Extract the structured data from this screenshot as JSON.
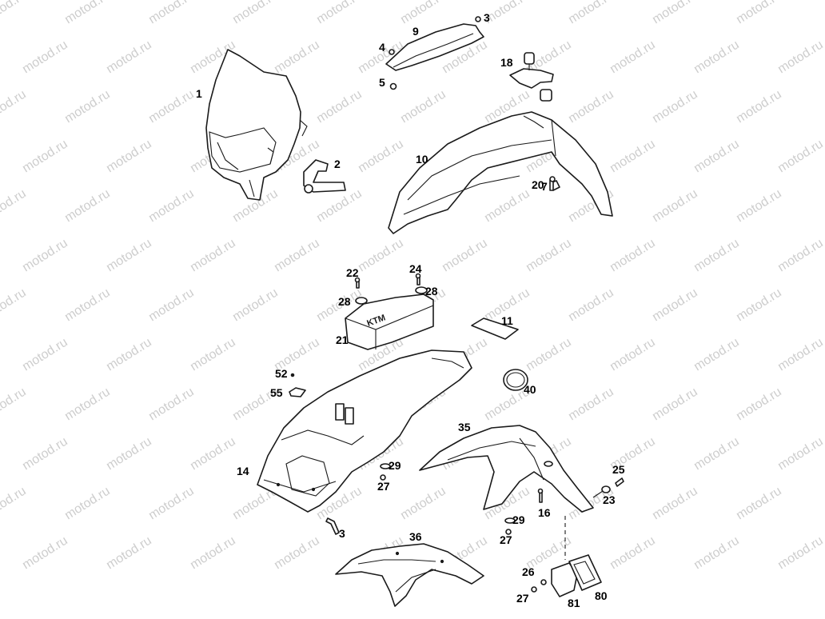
{
  "watermark": {
    "text": "motod.ru",
    "color": "#b9b9b9"
  },
  "colors": {
    "line": "#1a1a1a",
    "label": "#000000",
    "background": "#ffffff"
  },
  "callouts": {
    "c1": "1",
    "c2": "2",
    "c3a": "3",
    "c3b": "3",
    "c4": "4",
    "c5": "5",
    "c7": "7",
    "c9": "9",
    "c10": "10",
    "c11": "11",
    "c14": "14",
    "c16": "16",
    "c18": "18",
    "c20": "20",
    "c21": "21",
    "c22": "22",
    "c23": "23",
    "c24": "24",
    "c25": "25",
    "c26": "26",
    "c27a": "27",
    "c27b": "27",
    "c27c": "27",
    "c28a": "28",
    "c28b": "28",
    "c29a": "29",
    "c29b": "29",
    "c35": "35",
    "c36": "36",
    "c40": "40",
    "c52": "52",
    "c55": "55",
    "c80": "80",
    "c81": "81"
  }
}
